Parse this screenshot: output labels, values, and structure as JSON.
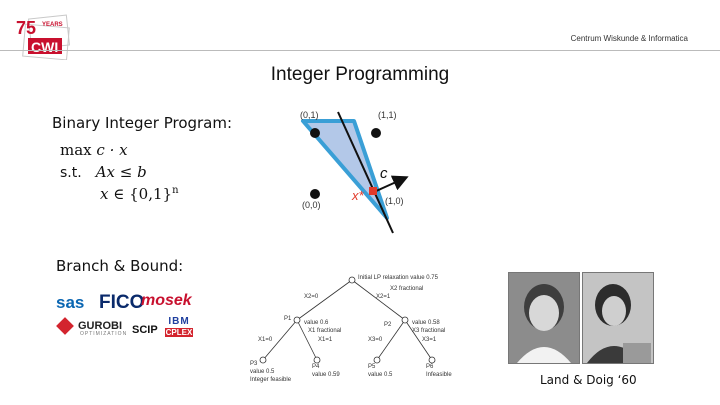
{
  "header": {
    "logo_anniversary": "75",
    "logo_years_text": "YEARS",
    "logo_org": "CWI",
    "org_full_name": "Centrum Wiskunde & Informatica"
  },
  "slide": {
    "title": "Integer Programming",
    "bip_label": "Binary Integer Program:",
    "bb_label": "Branch & Bound:",
    "math": {
      "line1_max": "max",
      "line1_expr": "c · x",
      "line2_st": "s.t.",
      "line2_expr": "Ax ≤ b",
      "line3_var": "x",
      "line3_rest": "∈ {0,1}",
      "line3_sup": "n"
    }
  },
  "polytope": {
    "point_01": "(0,1)",
    "point_11": "(1,1)",
    "point_00": "(0,0)",
    "point_10": "(1,0)",
    "c_label": "c",
    "x_label": "x*",
    "colors": {
      "fill": "#b3c8e8",
      "edge": "#3a9fd6",
      "point": "#111111",
      "opt": "#e23a2a"
    }
  },
  "tree": {
    "root_label": "Initial LP relaxation value 0.75",
    "root_sub": "X2 fractional",
    "left_branch": "X2=0",
    "right_branch": "X2=1",
    "p1_label": "P1",
    "p1_value": "value 0.6",
    "p1_sub": "X1 fractional",
    "p2_label": "P2",
    "p2_value": "value 0.58",
    "p2_sub": "X3 fractional",
    "b_x1_0": "X1=0",
    "b_x1_1": "X1=1",
    "b_x3_0": "X3=0",
    "b_x3_1": "X3=1",
    "l1_label": "P3",
    "l1_value": "value 0.5",
    "l1_sub": "Integer feasible",
    "l2_label": "P4",
    "l2_value": "value 0.59",
    "l3_label": "P5",
    "l3_value": "value 0.5",
    "l4_label": "P6",
    "l4_value": "Infeasible"
  },
  "solvers": {
    "sas": "sas",
    "fico": "FICO",
    "mosek": "mosek",
    "gurobi": "GUROBI",
    "gurobi_sub": "OPTIMIZATION",
    "scip": "SCIP",
    "ibm": "IBM",
    "cplex": "CPLEX"
  },
  "caption": "Land & Doig ‘60"
}
